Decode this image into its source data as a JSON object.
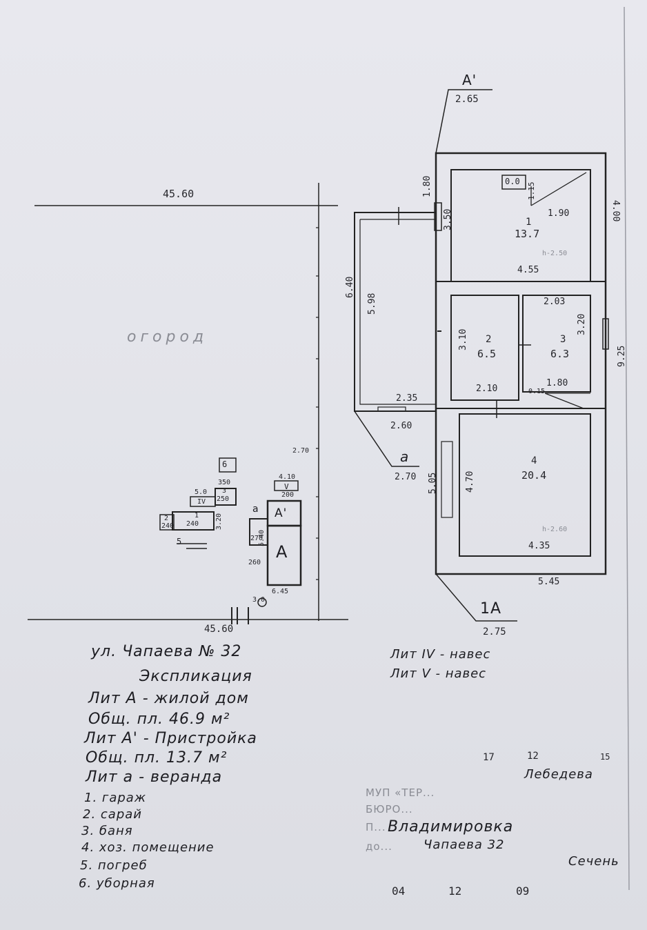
{
  "plot": {
    "dimension_top": "45.60",
    "dimension_bottom": "45.60",
    "yard_label": "огород",
    "street_caption": "ул. Чапаева № 32",
    "buildings": {
      "b_a_upper": "A'",
      "b_a_main": "A",
      "b_a_small": "а",
      "b6": "6",
      "b3_num": "3",
      "b3_area": "250",
      "b3_dim": "350",
      "biv": "IV",
      "biv_dim": "5.0",
      "b1_num": "1",
      "b1_area": "240",
      "b2_num": "2",
      "b2_area": "240",
      "b5_num": "5",
      "bv": "V",
      "bv_area": "200",
      "bv_dim": "4.10",
      "dim_270": "2.70",
      "dim_3_20": "3.20",
      "dim_5_40": "5.40",
      "dim_2_70": "270",
      "dim_2_60": "260",
      "dim_6_45": "6.45",
      "dim_3_0": "3.0"
    }
  },
  "floorplan": {
    "section_top_label": "A'",
    "section_top_value": "2.65",
    "section_bottom_label": "1A",
    "section_bottom_value": "2.75",
    "veranda_label": "а",
    "veranda_value": "2.70",
    "room1_num": "1",
    "room1_area": "13.7",
    "room2_num": "2",
    "room2_area": "6.5",
    "room3_num": "3",
    "room3_area": "6.3",
    "room4_num": "4",
    "room4_area": "20.4",
    "closet": "0.0",
    "dims": {
      "d180": "1.80",
      "d115": "1.15",
      "d350": "3.50",
      "d190": "1.90",
      "d455": "4.55",
      "d400": "4.00",
      "d203": "2.03",
      "d310": "3.10",
      "d320": "3.20",
      "d925": "9.25",
      "d210": "2.10",
      "d015": "0.15",
      "d180b": "1.80",
      "d470": "4.70",
      "d505": "5.05",
      "d435": "4.35",
      "d545": "5.45",
      "d640": "6.40",
      "d598": "5.98",
      "d235": "2.35",
      "d260": "2.60",
      "h1": "h-2.50",
      "h2": "h-2.60"
    }
  },
  "notes": {
    "lit_iv": "Лит IV - навес",
    "lit_v": "Лит V - навес"
  },
  "explication": {
    "title": "Экспликация",
    "lines": [
      "Лит А - жилой дом",
      "Общ. пл. 46.9 м²",
      "Лит А' - Пристройка",
      "Общ. пл. 13.7 м²",
      "Лит а - веранда",
      "1. гараж",
      "2. сарай",
      "3. баня",
      "4. хоз. помещение",
      "5. погреб",
      "6. уборная"
    ]
  },
  "stamp": {
    "nums": [
      "17",
      "12",
      "15"
    ],
    "surname": "Лебедева",
    "village": "Владимировка",
    "street": "Чапаева 32",
    "signature": "Сечень",
    "date": [
      "04",
      "12",
      "09"
    ],
    "faint_text": [
      "МУП «ТЕР...",
      "БЮРО...",
      "П...",
      "до..."
    ]
  }
}
